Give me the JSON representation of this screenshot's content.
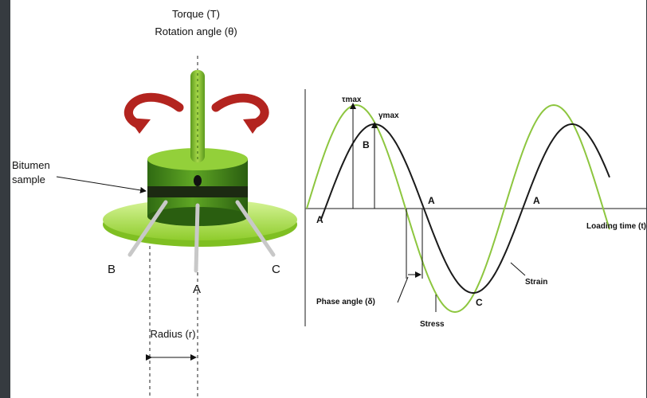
{
  "diagram": {
    "top_label_line1": "Torque (T)",
    "top_label_line2": "Rotation angle (θ)",
    "sample_label_line1": "Bitumen",
    "sample_label_line2": "sample",
    "point_b": "B",
    "point_a": "A",
    "point_c": "C",
    "radius_label": "Radius (r)"
  },
  "graph": {
    "tau_max": "τmax",
    "gamma_max": "γmax",
    "x_axis_label": "Loading time (t)",
    "phase_angle_label": "Phase angle (δ)",
    "stress_label": "Stress",
    "strain_label": "Strain",
    "point_a1": "A",
    "point_a2": "A",
    "point_a3": "A",
    "point_b": "B",
    "point_c": "C",
    "stress_color": "#8dc63f",
    "strain_color": "#1a1a1a"
  }
}
